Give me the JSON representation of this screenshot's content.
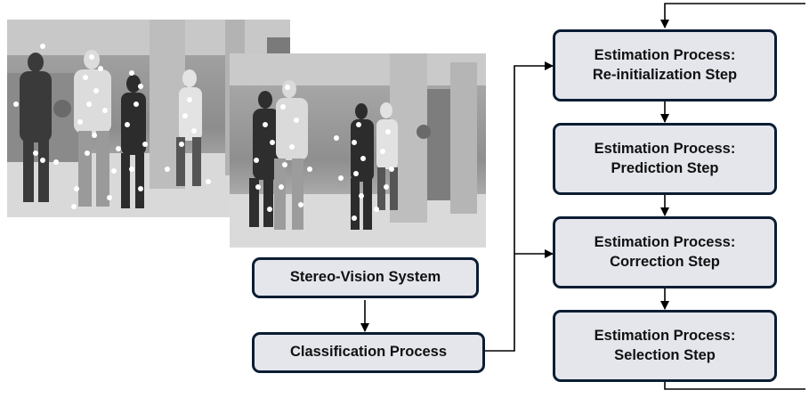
{
  "diagram": {
    "photos": [
      {
        "name": "stereo-image-left"
      },
      {
        "name": "stereo-image-right"
      }
    ],
    "boxes": {
      "stereo": {
        "line1": "Stereo-Vision System"
      },
      "classification": {
        "line1": "Classification Process"
      },
      "reinit": {
        "line1": "Estimation Process:",
        "line2": "Re-initialization Step"
      },
      "prediction": {
        "line1": "Estimation Process:",
        "line2": "Prediction Step"
      },
      "correction": {
        "line1": "Estimation Process:",
        "line2": "Correction Step"
      },
      "selection": {
        "line1": "Estimation Process:",
        "line2": "Selection Step"
      }
    },
    "colors": {
      "box_fill": "#e4e6ec",
      "box_border": "#0b1d33",
      "line": "#000000",
      "point": "#ffffff"
    }
  }
}
